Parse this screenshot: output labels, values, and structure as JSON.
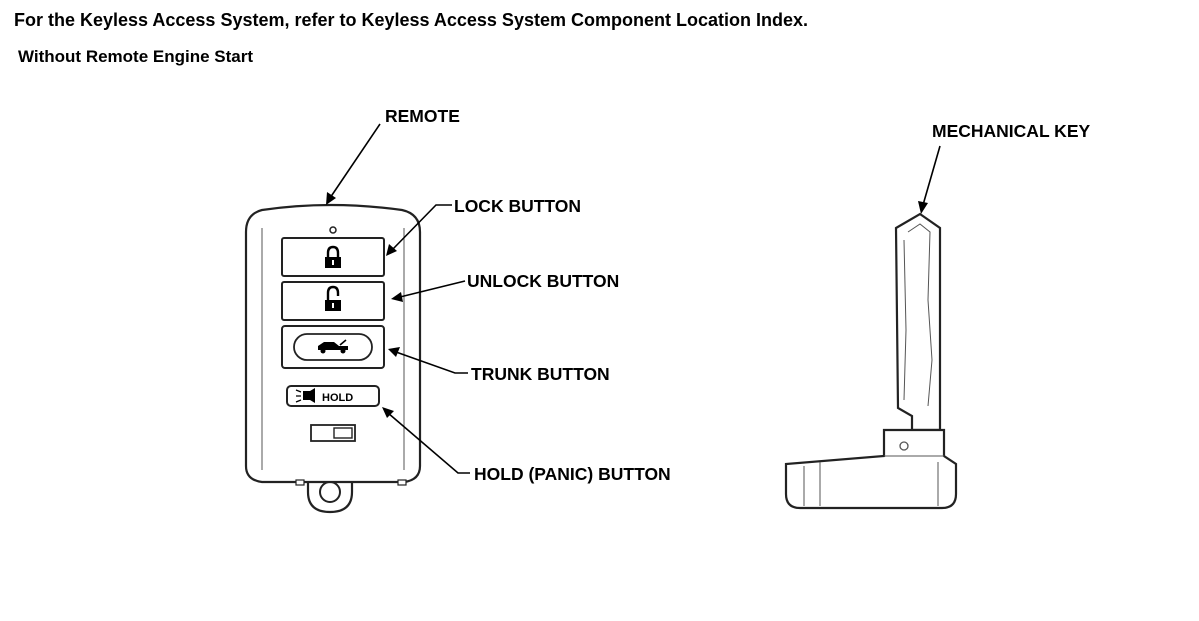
{
  "header": {
    "title": "For the Keyless Access System, refer to Keyless Access System Component Location Index.",
    "subtitle": "Without Remote Engine Start"
  },
  "labels": {
    "remote": "REMOTE",
    "lock_button": "LOCK BUTTON",
    "unlock_button": "UNLOCK BUTTON",
    "trunk_button": "TRUNK BUTTON",
    "hold_button": "HOLD (PANIC) BUTTON",
    "mechanical_key": "MECHANICAL KEY"
  },
  "remote_buttons": {
    "hold_label": "HOLD"
  },
  "icons": {
    "lock": "lock-closed-icon",
    "unlock": "lock-open-icon",
    "trunk": "car-trunk-icon",
    "panic": "horn-icon"
  }
}
